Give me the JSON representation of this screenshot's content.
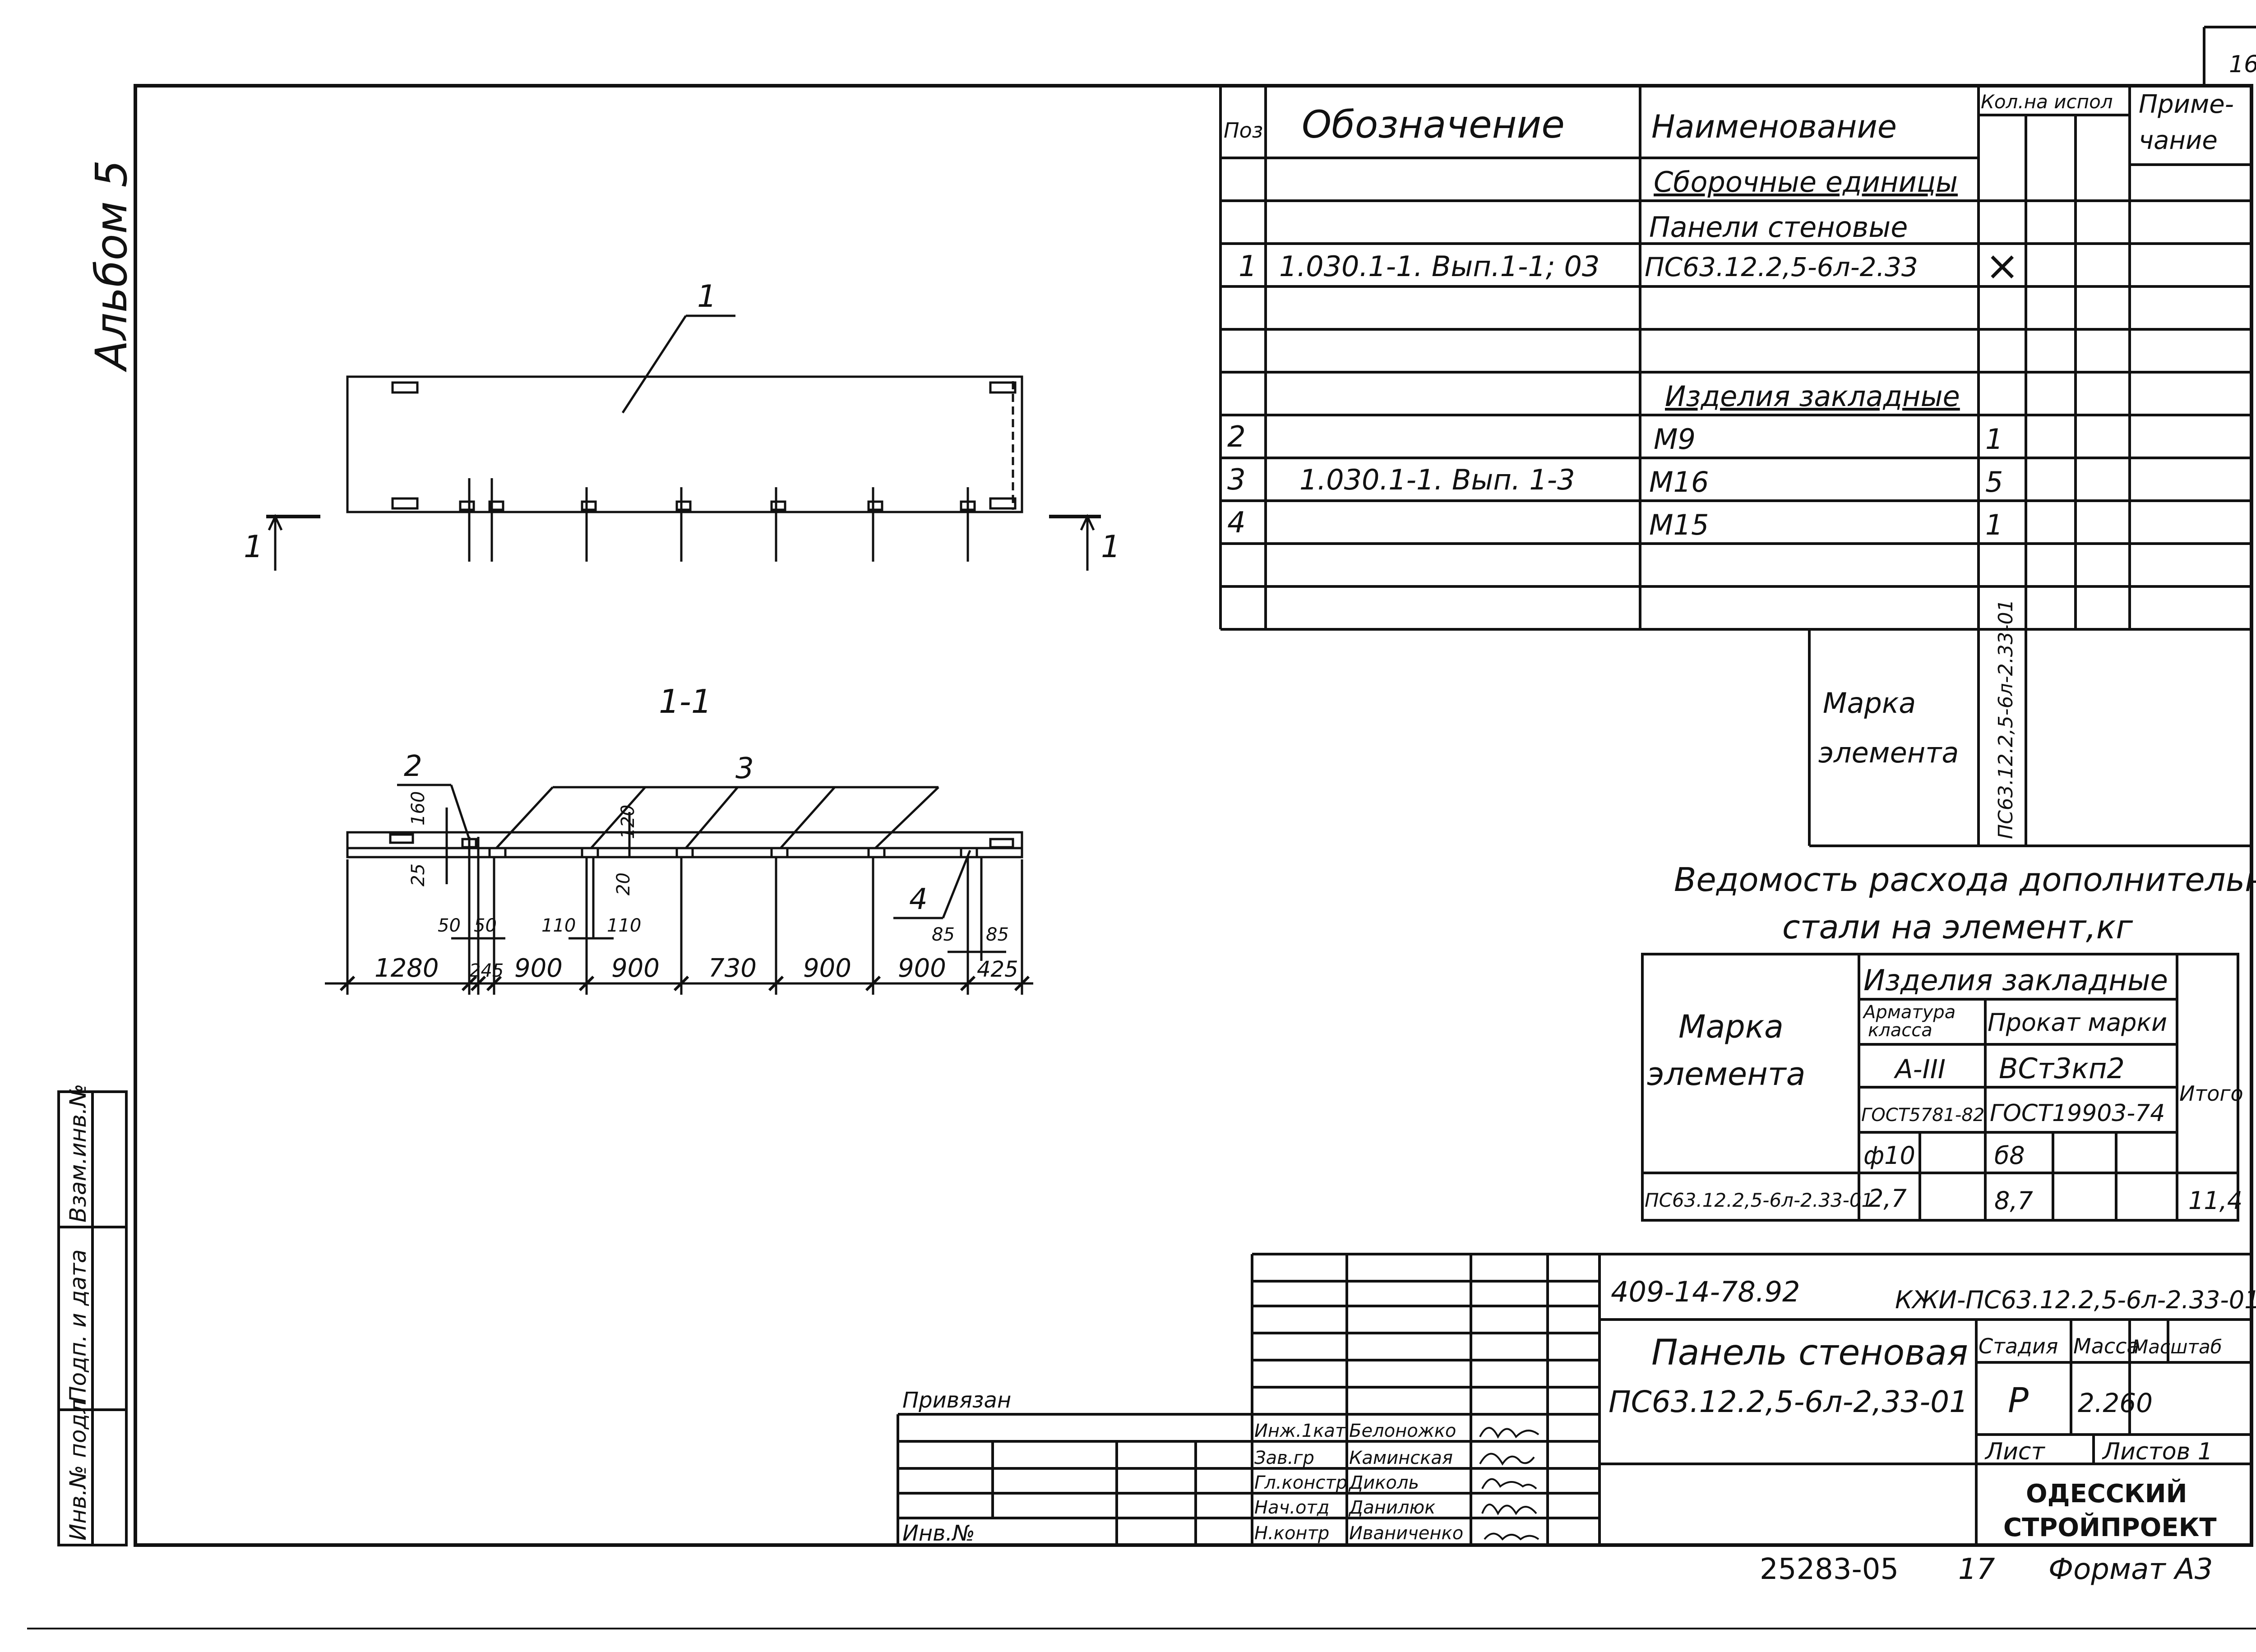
{
  "sheet_number": "16",
  "album": "Альбом 5",
  "drawing": {
    "pos_label_top": "1",
    "section_marks": [
      "1",
      "1"
    ],
    "section_title": "1-1",
    "pos_labels_section": [
      "2",
      "3",
      "4"
    ],
    "small_dims": [
      "160",
      "25",
      "50",
      "50",
      "110",
      "110",
      "120",
      "20",
      "85",
      "85"
    ],
    "bottom_dims": [
      "1280",
      "245",
      "900",
      "900",
      "730",
      "900",
      "900",
      "425"
    ]
  },
  "spec_table": {
    "headers": {
      "pos": "Поз",
      "designation": "Обозначение",
      "name": "Наименование",
      "qty": "Кол.на испол",
      "note": "Приме-чание"
    },
    "rows": [
      {
        "pos": "",
        "designation": "",
        "name": "Сборочные единицы",
        "qty": ""
      },
      {
        "pos": "",
        "designation": "",
        "name": "Панели стеновые",
        "qty": ""
      },
      {
        "pos": "1",
        "designation": "1.030.1-1. Вып.1-1; 03",
        "name": "ПС63.12.2,5-6л-2.33",
        "qty": "×"
      },
      {
        "pos": "",
        "designation": "",
        "name": "",
        "qty": ""
      },
      {
        "pos": "",
        "designation": "",
        "name": "",
        "qty": ""
      },
      {
        "pos": "",
        "designation": "",
        "name": "Изделия закладные",
        "qty": ""
      },
      {
        "pos": "2",
        "designation": "",
        "name": "М9",
        "qty": "1"
      },
      {
        "pos": "3",
        "designation": "1.030.1-1. Вып. 1-3",
        "name": "М16",
        "qty": "5"
      },
      {
        "pos": "4",
        "designation": "",
        "name": "М15",
        "qty": "1"
      },
      {
        "pos": "",
        "designation": "",
        "name": "",
        "qty": ""
      },
      {
        "pos": "",
        "designation": "",
        "name": "",
        "qty": ""
      }
    ],
    "mark_label": "Марка элемента",
    "mark_value": "ПС63.12.2,5-6л-2.33-01"
  },
  "steel_table": {
    "title_line1": "Ведомость расхода дополнительной",
    "title_line2": "стали на элемент,кг",
    "mark_header": "Марка элемента",
    "group_header": "Изделия закладные",
    "col1_header": "Арматура класса",
    "col2_header": "Прокат марки",
    "col1_class": "А-III",
    "col2_class": "ВСт3кп2",
    "col1_gost": "ГОСТ5781-82",
    "col2_gost": "ГОСТ19903-74",
    "col1_dia": "ф10",
    "col2_dia": "б8",
    "total_header": "Итого",
    "row_mark": "ПС63.12.2,5-6л-2.33-01",
    "row_col1": "2,7",
    "row_col2": "8,7",
    "row_total": "11,4"
  },
  "title_block": {
    "doc_code": "409-14-78.92",
    "doc_id": "КЖИ-ПС63.12.2,5-6л-2.33-01",
    "name_line1": "Панель стеновая",
    "name_line2": "ПС63.12.2,5-6л-2,33-01",
    "stage_header": "Стадия",
    "mass_header": "Масса",
    "scale_header": "Масштаб",
    "stage": "Р",
    "mass": "2.260",
    "sheet_label": "Лист",
    "sheets_label": "Листов 1",
    "org_line1": "ОДЕССКИЙ",
    "org_line2": "СТРОЙПРОЕКТ",
    "privyazan": "Привязан",
    "inv_no": "Инв.№",
    "staff": [
      {
        "role": "Инж.1кат",
        "name": "Белоножко"
      },
      {
        "role": "Зав.гр",
        "name": "Каминская"
      },
      {
        "role": "Гл.констр",
        "name": "Диколь"
      },
      {
        "role": "Нач.отд",
        "name": "Данилюк"
      },
      {
        "role": "Н.контр",
        "name": "Иваниченко"
      }
    ]
  },
  "left_stamp": [
    "Инв.№ подл",
    "Подп. и дата",
    "Взам.инв.№"
  ],
  "footer": {
    "number": "25283-05",
    "page": "17",
    "format": "Формат А3"
  }
}
